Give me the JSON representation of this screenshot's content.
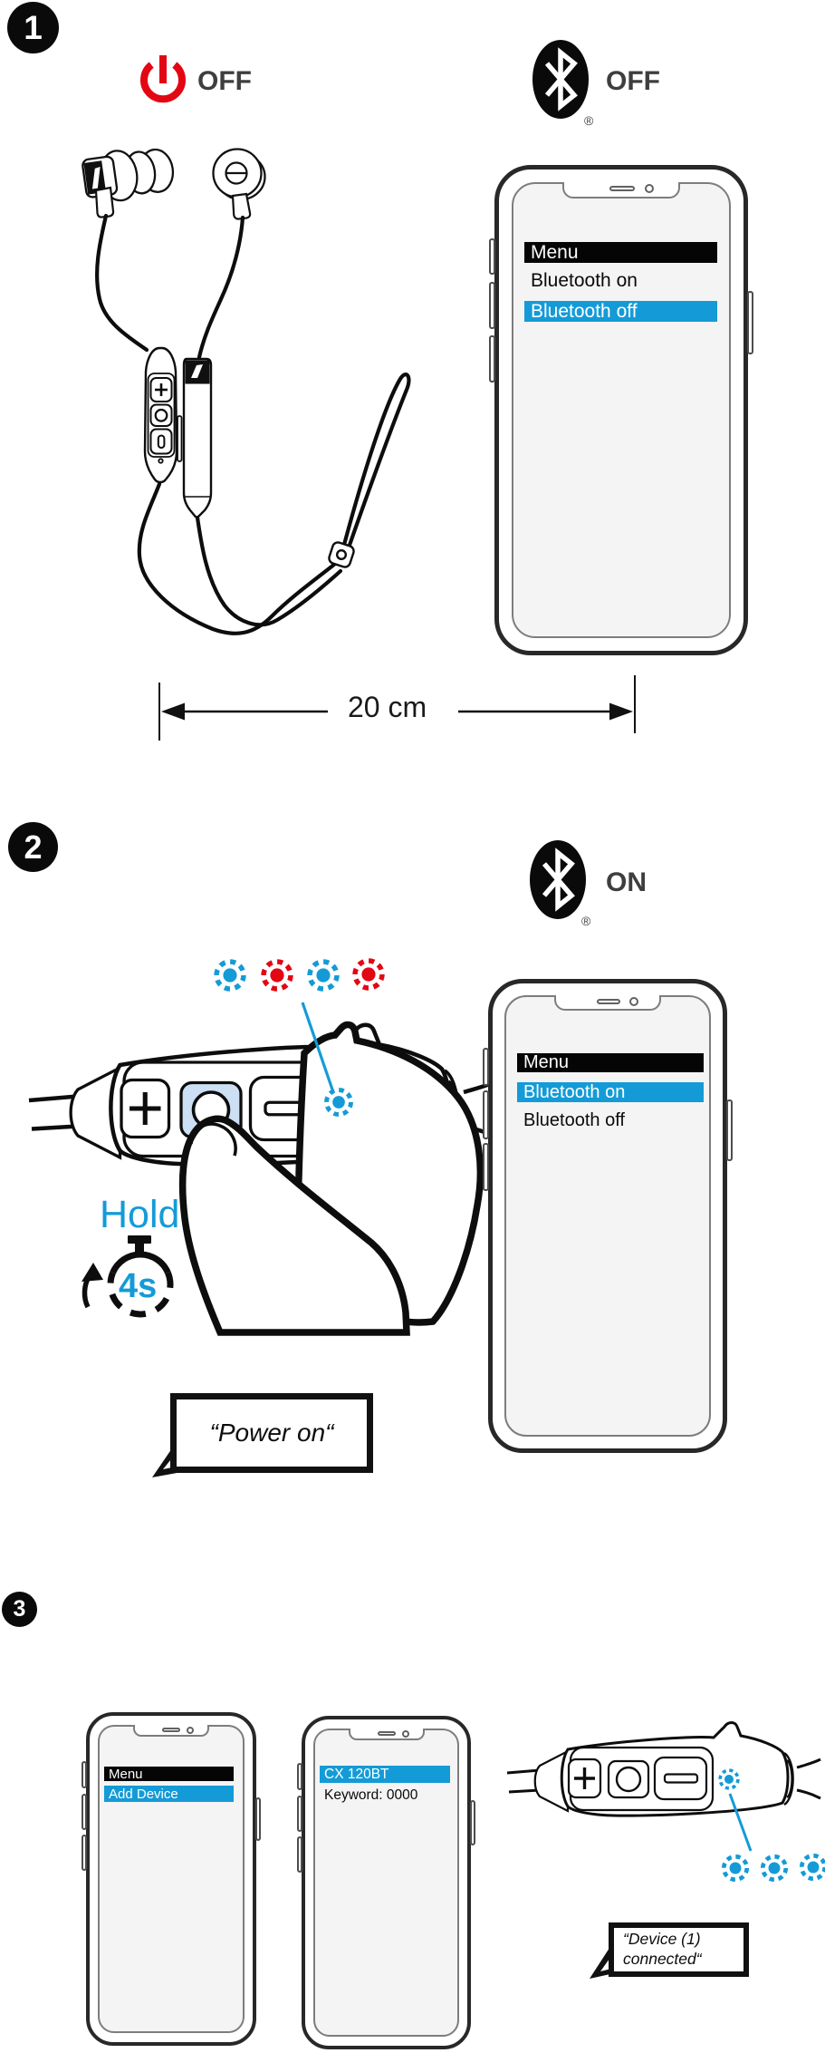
{
  "colors": {
    "accent_blue": "#149bd7",
    "alert_red": "#e30613",
    "label_gray": "#3e3e3d"
  },
  "icons": [
    {
      "name": "power-icon",
      "meaning": "headphone power state",
      "shape": "red ring with vertical bar"
    },
    {
      "name": "bluetooth-icon",
      "meaning": "Bluetooth logo",
      "shape": "black oval with white bluetooth rune"
    },
    {
      "name": "stopwatch-icon",
      "meaning": "press-and-hold duration"
    },
    {
      "name": "led-indicator-icon",
      "meaning": "blinking LED"
    }
  ],
  "step1": {
    "badge": "1",
    "power_label": "OFF",
    "bluetooth_label": "OFF",
    "registered_mark": "®",
    "phone": {
      "menu_title": "Menu",
      "items": [
        {
          "label": "Bluetooth on",
          "highlighted": false
        },
        {
          "label": "Bluetooth off",
          "highlighted": true
        }
      ]
    },
    "distance_label": "20 cm"
  },
  "step2": {
    "badge": "2",
    "bluetooth_label": "ON",
    "registered_mark": "®",
    "hold_label": "Hold",
    "hold_duration": "4s",
    "voice_prompt": "“Power on“",
    "led_sequence": [
      "blue",
      "red",
      "blue",
      "red"
    ],
    "phone": {
      "menu_title": "Menu",
      "items": [
        {
          "label": "Bluetooth on",
          "highlighted": true
        },
        {
          "label": "Bluetooth off",
          "highlighted": false
        }
      ]
    }
  },
  "step3": {
    "badge": "3",
    "phone_left": {
      "menu_title": "Menu",
      "items": [
        {
          "label": "Add Device",
          "highlighted": true
        }
      ]
    },
    "phone_right": {
      "items": [
        {
          "label": "CX 120BT",
          "highlighted": true
        },
        {
          "label": "Keyword: 0000",
          "highlighted": false
        }
      ]
    },
    "led_sequence": [
      "blue",
      "blue",
      "blue"
    ],
    "voice_prompt_line1": "“Device (1)",
    "voice_prompt_line2": "connected“"
  }
}
